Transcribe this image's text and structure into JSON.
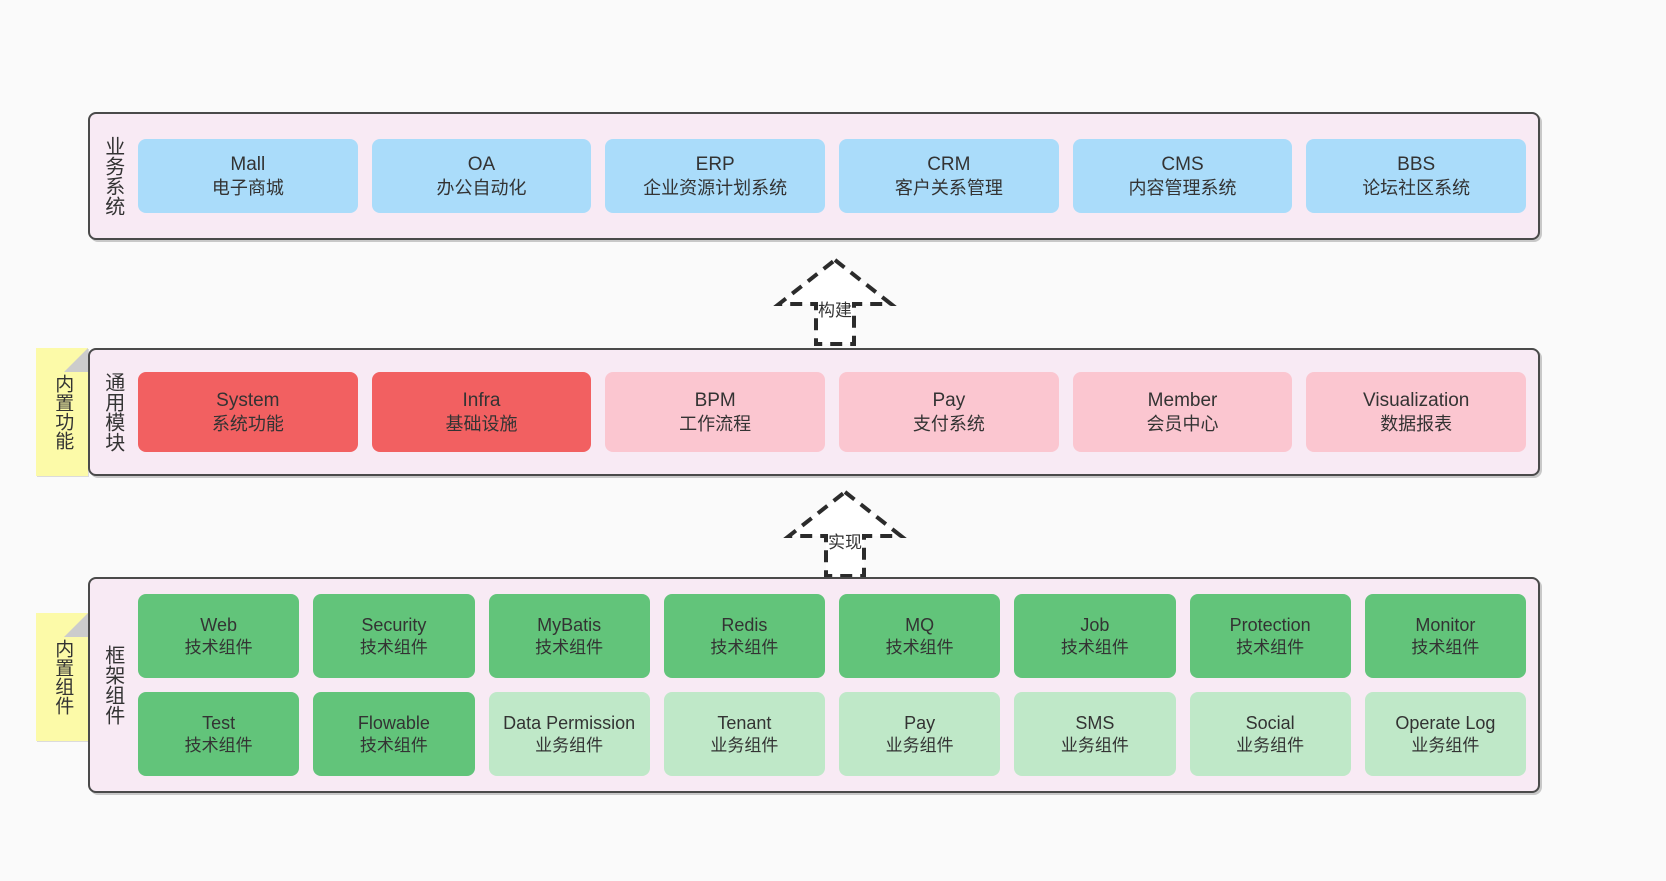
{
  "diagram": {
    "background_color": "#fafafa",
    "panel_background": "#f8eaf4",
    "panel_border": "#4a4a4a"
  },
  "layers": [
    {
      "id": "business",
      "title": "业务系统",
      "rows": [
        {
          "cards": [
            {
              "en": "Mall",
              "cn": "电子商城",
              "color": "#aadcfa",
              "style": "blue"
            },
            {
              "en": "OA",
              "cn": "办公自动化",
              "color": "#aadcfa",
              "style": "blue"
            },
            {
              "en": "ERP",
              "cn": "企业资源计划系统",
              "color": "#aadcfa",
              "style": "blue"
            },
            {
              "en": "CRM",
              "cn": "客户关系管理",
              "color": "#aadcfa",
              "style": "blue"
            },
            {
              "en": "CMS",
              "cn": "内容管理系统",
              "color": "#aadcfa",
              "style": "blue"
            },
            {
              "en": "BBS",
              "cn": "论坛社区系统",
              "color": "#aadcfa",
              "style": "blue"
            }
          ]
        }
      ]
    },
    {
      "id": "modules",
      "title": "通用模块",
      "note": "内置功能",
      "rows": [
        {
          "cards": [
            {
              "en": "System",
              "cn": "系统功能",
              "color": "#f26061",
              "style": "red-strong"
            },
            {
              "en": "Infra",
              "cn": "基础设施",
              "color": "#f26061",
              "style": "red-strong"
            },
            {
              "en": "BPM",
              "cn": "工作流程",
              "color": "#fbc6d0",
              "style": "red-light"
            },
            {
              "en": "Pay",
              "cn": "支付系统",
              "color": "#fbc6d0",
              "style": "red-light"
            },
            {
              "en": "Member",
              "cn": "会员中心",
              "color": "#fbc6d0",
              "style": "red-light"
            },
            {
              "en": "Visualization",
              "cn": "数据报表",
              "color": "#fbc6d0",
              "style": "red-light"
            }
          ]
        }
      ]
    },
    {
      "id": "framework",
      "title": "框架组件",
      "note": "内置组件",
      "rows": [
        {
          "cards": [
            {
              "en": "Web",
              "cn": "技术组件",
              "color": "#62c47a",
              "style": "green-strong"
            },
            {
              "en": "Security",
              "cn": "技术组件",
              "color": "#62c47a",
              "style": "green-strong"
            },
            {
              "en": "MyBatis",
              "cn": "技术组件",
              "color": "#62c47a",
              "style": "green-strong"
            },
            {
              "en": "Redis",
              "cn": "技术组件",
              "color": "#62c47a",
              "style": "green-strong"
            },
            {
              "en": "MQ",
              "cn": "技术组件",
              "color": "#62c47a",
              "style": "green-strong"
            },
            {
              "en": "Job",
              "cn": "技术组件",
              "color": "#62c47a",
              "style": "green-strong"
            },
            {
              "en": "Protection",
              "cn": "技术组件",
              "color": "#62c47a",
              "style": "green-strong"
            },
            {
              "en": "Monitor",
              "cn": "技术组件",
              "color": "#62c47a",
              "style": "green-strong"
            }
          ]
        },
        {
          "cards": [
            {
              "en": "Test",
              "cn": "技术组件",
              "color": "#62c47a",
              "style": "green-strong"
            },
            {
              "en": "Flowable",
              "cn": "技术组件",
              "color": "#62c47a",
              "style": "green-strong"
            },
            {
              "en": "Data Permission",
              "cn": "业务组件",
              "color": "#bfe8c8",
              "style": "green-light"
            },
            {
              "en": "Tenant",
              "cn": "业务组件",
              "color": "#bfe8c8",
              "style": "green-light"
            },
            {
              "en": "Pay",
              "cn": "业务组件",
              "color": "#bfe8c8",
              "style": "green-light"
            },
            {
              "en": "SMS",
              "cn": "业务组件",
              "color": "#bfe8c8",
              "style": "green-light"
            },
            {
              "en": "Social",
              "cn": "业务组件",
              "color": "#bfe8c8",
              "style": "green-light"
            },
            {
              "en": "Operate Log",
              "cn": "业务组件",
              "color": "#bfe8c8",
              "style": "green-light"
            }
          ]
        }
      ]
    }
  ],
  "notes": [
    {
      "id": "builtin-function",
      "text": "内置功能",
      "color": "#fcfaa8"
    },
    {
      "id": "builtin-component",
      "text": "内置组件",
      "color": "#fcfaa8"
    }
  ],
  "arrows": [
    {
      "id": "build",
      "label": "构建",
      "style": "dashed-hollow-up"
    },
    {
      "id": "realize",
      "label": "实现",
      "style": "dashed-hollow-up"
    }
  ]
}
